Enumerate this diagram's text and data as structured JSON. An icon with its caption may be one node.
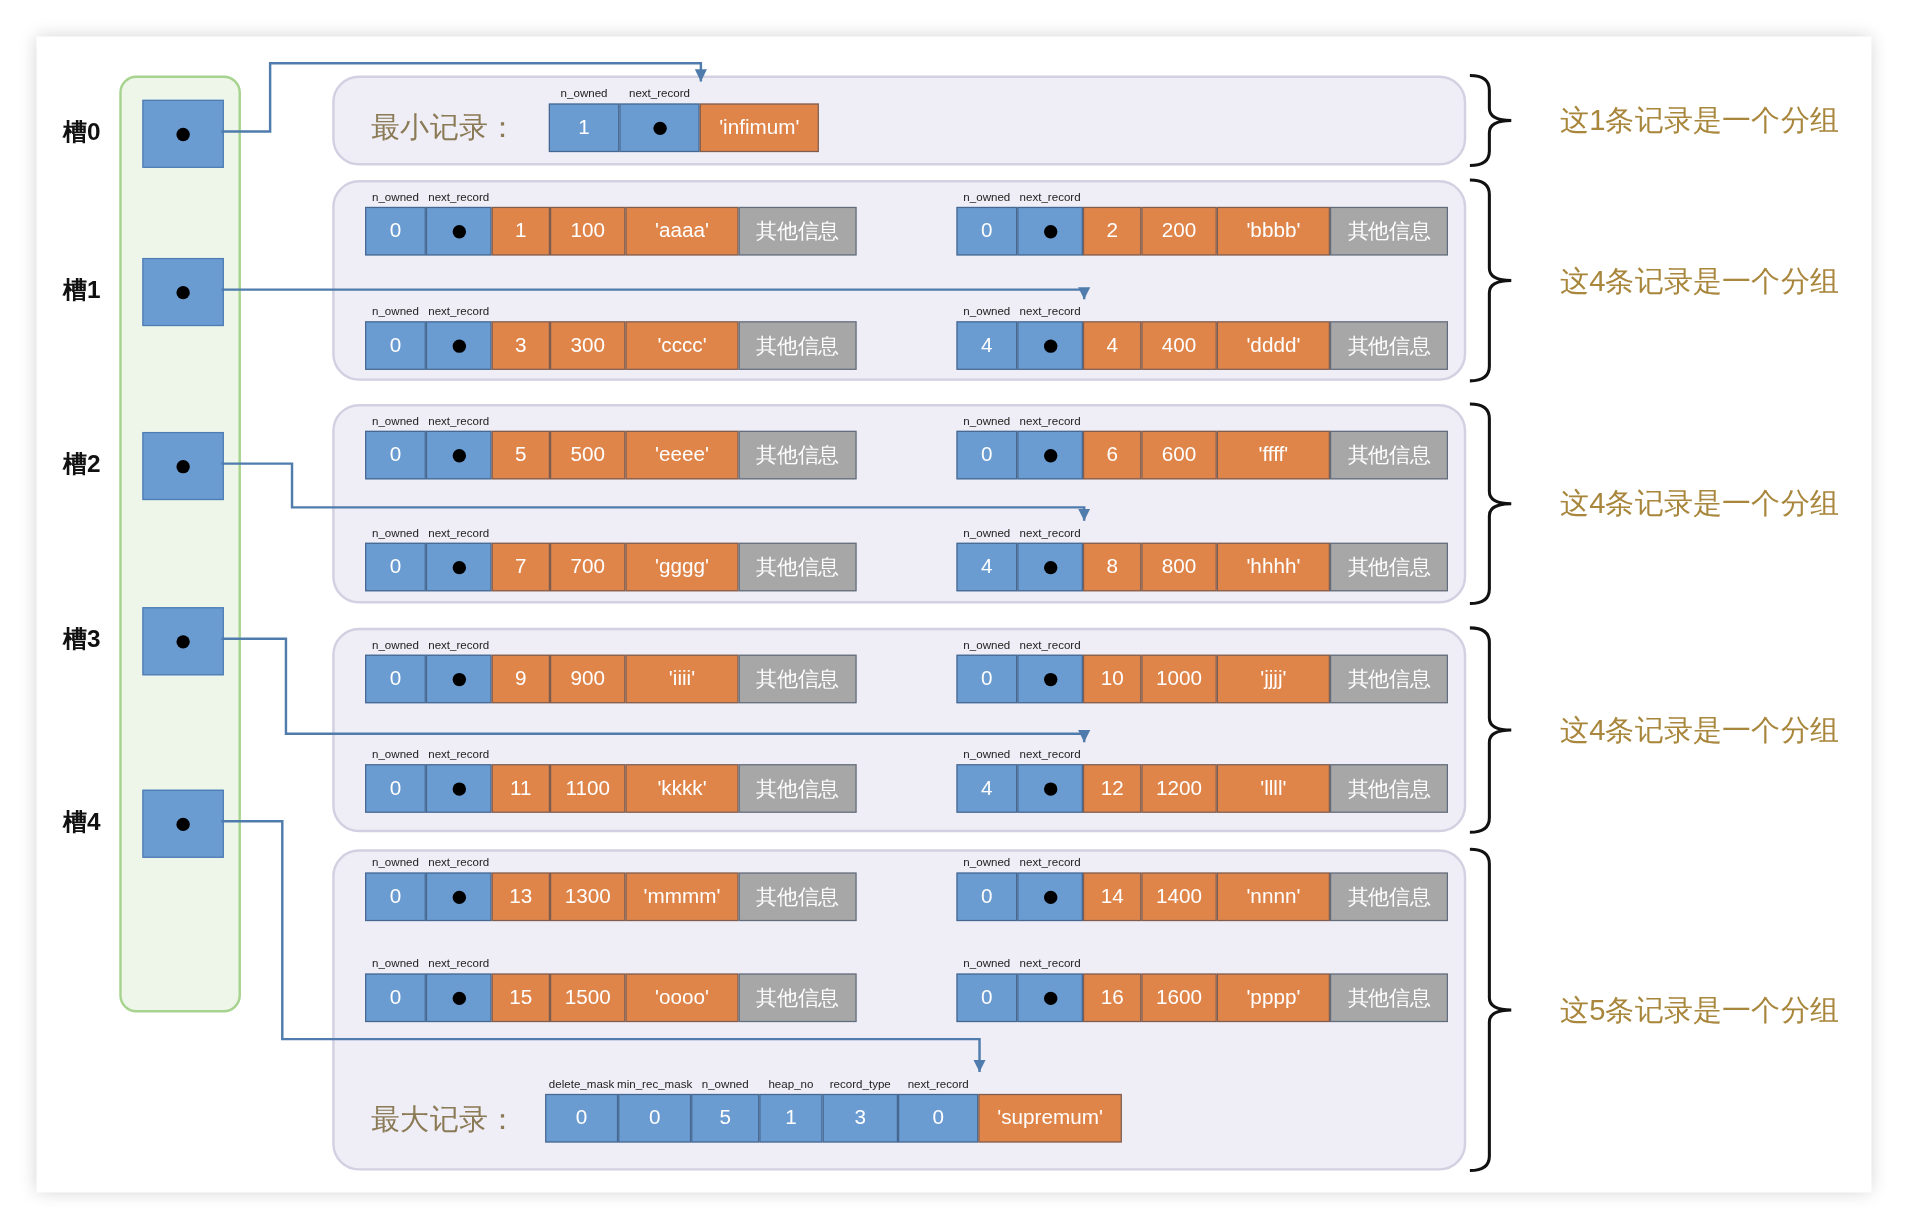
{
  "diagram": {
    "nodes": [
      {
        "text": [],
        "shape": "box"
      },
      {
        "text": [],
        "shape": "box",
        "in": 0,
        "beside": [
          "槽0"
        ]
      },
      {
        "text": [],
        "shape": "box",
        "in": 0,
        "beside": [
          "槽1"
        ]
      },
      {
        "text": [],
        "shape": "box",
        "in": 0,
        "beside": [
          "槽2"
        ]
      },
      {
        "text": [],
        "shape": "box",
        "in": 0,
        "beside": [
          "槽3"
        ]
      },
      {
        "text": [],
        "shape": "box",
        "in": 0,
        "beside": [
          "槽4"
        ]
      },
      {
        "text": [
          "最小记录："
        ],
        "beside": [
          "这1条记录是一个分组"
        ]
      },
      {
        "text": [
          "n_owned",
          "next_record",
          "1",
          "'infimum'"
        ],
        "in": 6
      },
      {
        "text": [],
        "shape": "box",
        "beside": [
          "这4条记录是一个分组"
        ]
      },
      {
        "text": [
          "n_owned",
          "next_record",
          "0",
          "1",
          "100",
          "'aaaa'",
          "其他信息"
        ],
        "in": 8
      },
      {
        "text": [
          "n_owned",
          "next_record",
          "0",
          "2",
          "200",
          "'bbbb'",
          "其他信息"
        ],
        "in": 8
      },
      {
        "text": [
          "n_owned",
          "next_record",
          "0",
          "3",
          "300",
          "'cccc'",
          "其他信息"
        ],
        "in": 8
      },
      {
        "text": [
          "n_owned",
          "next_record",
          "4",
          "4",
          "400",
          "'dddd'",
          "其他信息"
        ],
        "in": 8
      },
      {
        "text": [],
        "shape": "box",
        "beside": [
          "这4条记录是一个分组"
        ]
      },
      {
        "text": [
          "n_owned",
          "next_record",
          "0",
          "5",
          "500",
          "'eeee'",
          "其他信息"
        ],
        "in": 13
      },
      {
        "text": [
          "n_owned",
          "next_record",
          "0",
          "6",
          "600",
          "'ffff'",
          "其他信息"
        ],
        "in": 13
      },
      {
        "text": [
          "n_owned",
          "next_record",
          "0",
          "7",
          "700",
          "'gggg'",
          "其他信息"
        ],
        "in": 13
      },
      {
        "text": [
          "n_owned",
          "next_record",
          "4",
          "8",
          "800",
          "'hhhh'",
          "其他信息"
        ],
        "in": 13
      },
      {
        "text": [],
        "shape": "box",
        "beside": [
          "这4条记录是一个分组"
        ]
      },
      {
        "text": [
          "n_owned",
          "next_record",
          "0",
          "9",
          "900",
          "'iiii'",
          "其他信息"
        ],
        "in": 18
      },
      {
        "text": [
          "n_owned",
          "next_record",
          "0",
          "10",
          "1000",
          "'jjjj'",
          "其他信息"
        ],
        "in": 18
      },
      {
        "text": [
          "n_owned",
          "next_record",
          "0",
          "11",
          "1100",
          "'kkkk'",
          "其他信息"
        ],
        "in": 18
      },
      {
        "text": [
          "n_owned",
          "next_record",
          "4",
          "12",
          "1200",
          "'llll'",
          "其他信息"
        ],
        "in": 18
      },
      {
        "text": [
          "最大记录："
        ],
        "beside": [
          "这5条记录是一个分组"
        ]
      },
      {
        "text": [
          "n_owned",
          "next_record",
          "0",
          "13",
          "1300",
          "'mmmm'",
          "其他信息"
        ],
        "in": 23
      },
      {
        "text": [
          "n_owned",
          "next_record",
          "0",
          "14",
          "1400",
          "'nnnn'",
          "其他信息"
        ],
        "in": 23
      },
      {
        "text": [
          "n_owned",
          "next_record",
          "0",
          "15",
          "1500",
          "'oooo'",
          "其他信息"
        ],
        "in": 23
      },
      {
        "text": [
          "n_owned",
          "next_record",
          "0",
          "16",
          "1600",
          "'pppp'",
          "其他信息"
        ],
        "in": 23
      },
      {
        "text": [
          "delete_mask",
          "min_rec_mask",
          "n_owned",
          "heap_no",
          "record_type",
          "next_record",
          "0",
          "0",
          "5",
          "1",
          "3",
          "0",
          "'supremum'"
        ],
        "in": 23
      }
    ],
    "edges": [
      {
        "from": 1,
        "to": 7,
        "arrow": "to"
      },
      {
        "from": 2,
        "to": 12,
        "arrow": "to"
      },
      {
        "from": 3,
        "to": 17,
        "arrow": "to"
      },
      {
        "from": 4,
        "to": 22,
        "arrow": "to"
      },
      {
        "from": 5,
        "to": 28,
        "arrow": "to"
      }
    ]
  }
}
